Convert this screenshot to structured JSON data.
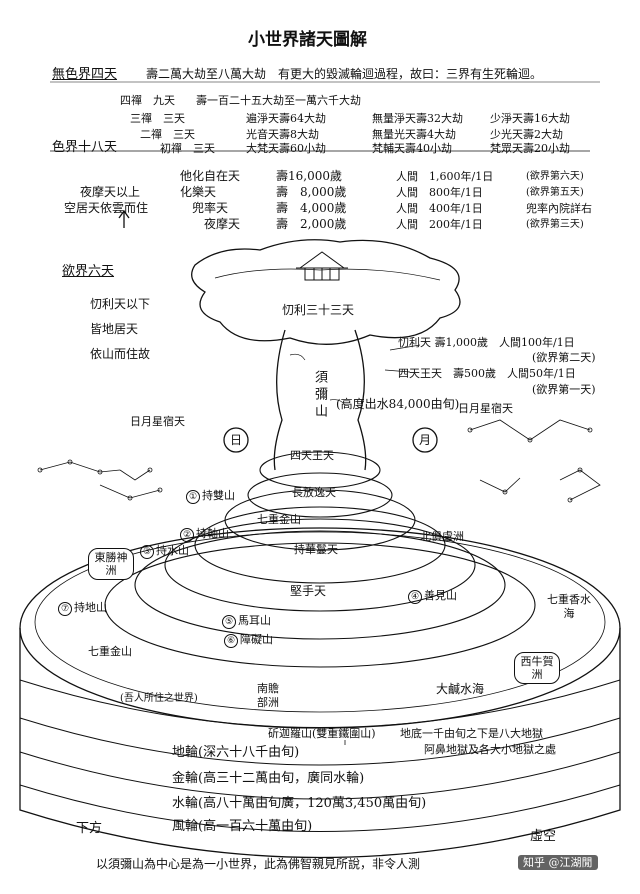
{
  "title": "小世界諸天圖解",
  "formless": {
    "label": "無色界四天",
    "text": "壽二萬大劫至八萬大劫　有更大的毀滅輪迴過程，故曰：三界有生死輪迴。"
  },
  "form": {
    "label": "色界十八天",
    "rows": [
      {
        "left": "四禪　九天",
        "c1": "壽一百二十五大劫至一萬六千大劫",
        "c2": "",
        "c3": ""
      },
      {
        "left": "三禪　三天",
        "c1": "遍淨天壽64大劫",
        "c2": "無量淨天壽32大劫",
        "c3": "少淨天壽16大劫"
      },
      {
        "left": "二禪　三天",
        "c1": "光音天壽8大劫",
        "c2": "無量光天壽4大劫",
        "c3": "少光天壽2大劫"
      },
      {
        "left": "初禪　三天",
        "c1": "大梵天壽60小劫",
        "c2": "梵輔天壽40小劫",
        "c3": "梵眾天壽20小劫"
      }
    ]
  },
  "desire_upper": {
    "side_line1": "夜摩天以上",
    "side_line2": "空居天依雲而住",
    "rows": [
      {
        "name": "他化自在天",
        "life": "壽16,000歲",
        "human": "人間　1,600年/1日",
        "note": "(欲界第六天)"
      },
      {
        "name": "化樂天",
        "life": "壽　8,000歲",
        "human": "人間　800年/1日",
        "note": "(欲界第五天)"
      },
      {
        "name": "兜率天",
        "life": "壽　4,000歲",
        "human": "人間　400年/1日",
        "note": "兜率內院詳右"
      },
      {
        "name": "夜摩天",
        "life": "壽　2,000歲",
        "human": "人間　200年/1日",
        "note": "(欲界第三天)"
      }
    ]
  },
  "desire_label": "欲界六天",
  "left_note": [
    "忉利天以下",
    "皆地居天",
    "依山而住故"
  ],
  "trayastrimsa_label": "忉利三十三天",
  "trayastrimsa_info": {
    "line1": "忉利天 壽1,000歲　人間100年/1日",
    "line2": "(欲界第二天)"
  },
  "four_kings_info": {
    "line1": "四天王天　壽500歲　人間50年/1日",
    "line2": "(欲界第一天)"
  },
  "sumeru": {
    "chars": "須彌山",
    "height": "(高度出水84,000由旬)",
    "four_kings": "四天王天"
  },
  "celestial": {
    "left": "日月星宿天",
    "right": "日月星宿天",
    "sun": "日",
    "moon": "月"
  },
  "mountains": [
    {
      "n": "①",
      "name": "持雙山"
    },
    {
      "n": "②",
      "name": "持軸山"
    },
    {
      "n": "③",
      "name": "持水山"
    },
    {
      "n": "④",
      "name": "善見山"
    },
    {
      "n": "⑤",
      "name": "馬耳山"
    },
    {
      "n": "⑥",
      "name": "障礙山"
    },
    {
      "n": "⑦",
      "name": "持地山"
    }
  ],
  "tiers": {
    "long_release": "長放逸天",
    "garland": "持華鬘天",
    "hand": "堅手天"
  },
  "labels": {
    "seven_gold_inner": "七重金山",
    "seven_gold_outer": "七重金山",
    "north": "北俱盧洲",
    "east": "東勝神洲",
    "seven_fragrant": "七重香水海",
    "west": "西牛賀洲",
    "great_salt": "大鹹水海",
    "south": "南贍部洲",
    "our_world": "(吾人所住之世界)",
    "iron_ring": "斫迦羅山(雙重鐵圍山)",
    "hell_line1": "地底一千由旬之下是八大地獄",
    "hell_line2": "阿鼻地獄及各大小地獄之處"
  },
  "wheels": [
    {
      "name": "地輪",
      "desc": "(深六十八千由旬)"
    },
    {
      "name": "金輪",
      "desc": "(高三十二萬由旬，廣同水輪)"
    },
    {
      "name": "水輪",
      "desc": "(高八十萬由旬廣，120萬3,450萬由旬)"
    },
    {
      "name": "風輪",
      "desc": "(高一百六十萬由旬)"
    }
  ],
  "below": "下方",
  "void": "虛空",
  "footer": "以須彌山為中心是為一小世界，此為佛智親見所說，非令人測",
  "watermark": "知乎 @江湖閒"
}
